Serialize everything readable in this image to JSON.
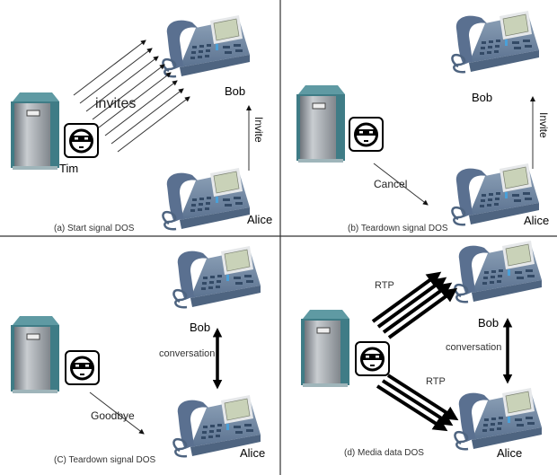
{
  "panels": {
    "a": {
      "caption": "(a) Start signal DOS",
      "attacker": "Tim",
      "arrow_label": "invites",
      "arrow_count": 8,
      "callee": "Bob",
      "caller": "Alice",
      "caller_to_callee": "Invite"
    },
    "b": {
      "caption": "(b) Teardown signal DOS",
      "arrow_label": "Cancel",
      "callee": "Bob",
      "caller": "Alice",
      "caller_to_callee": "Invite"
    },
    "c": {
      "caption": "(C) Teardown signal DOS",
      "arrow_label": "Goodbye",
      "callee": "Bob",
      "caller": "Alice",
      "link_label": "conversation"
    },
    "d": {
      "caption": "(d) Media data  DOS",
      "arrow_label_up": "RTP",
      "arrow_label_down": "RTP",
      "arrow_count_up": 4,
      "arrow_count_down": 3,
      "callee": "Bob",
      "caller": "Alice",
      "link_label": "conversation"
    }
  },
  "icons": {
    "server": "server-icon",
    "attacker": "masked-attacker-icon",
    "phone": "ip-phone-icon"
  },
  "colors": {
    "phone_body": "#6f86a0",
    "phone_dark": "#4e6480",
    "phone_screen": "#c9d2b8",
    "server_teal": "#3f7c86",
    "server_body": "#9aa0a6",
    "divider": "#333333"
  }
}
